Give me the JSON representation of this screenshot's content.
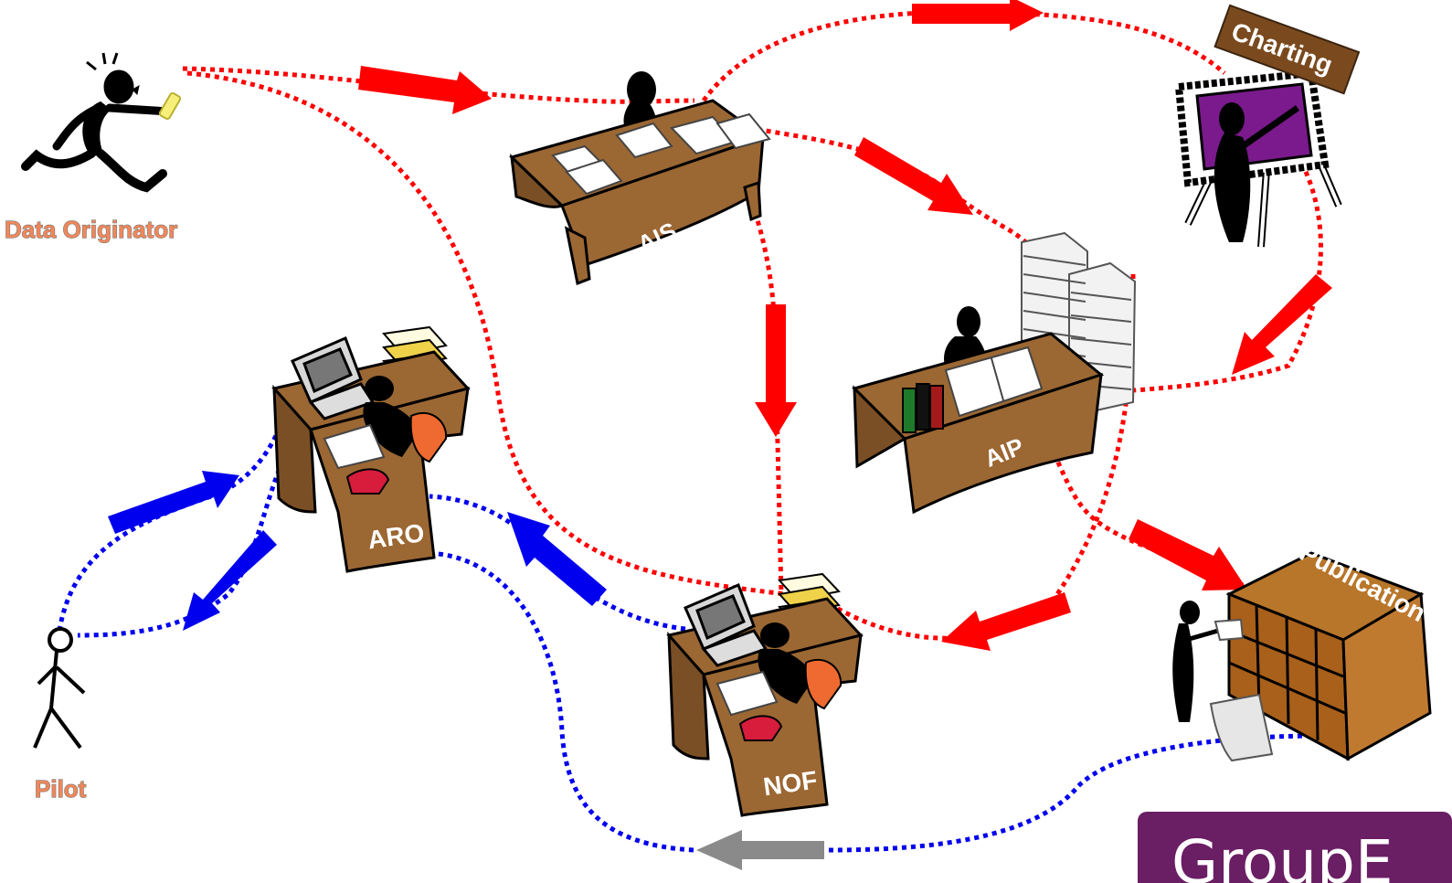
{
  "actors": {
    "data_originator": "Data Originator",
    "pilot": "Pilot"
  },
  "offices": {
    "ais": "AIS",
    "aip": "AIP",
    "aro": "ARO",
    "nof": "NOF"
  },
  "products": {
    "charting": "Charting",
    "publication": "Publication"
  },
  "logo": {
    "text": "GroupE"
  },
  "colors": {
    "red_flow": "#ff0000",
    "blue_flow": "#0000ee",
    "grey_flow": "#8a8a8a",
    "desk": "#9b6733",
    "actor_label": "#f0875a",
    "logo_bg": "#6a1e64"
  }
}
